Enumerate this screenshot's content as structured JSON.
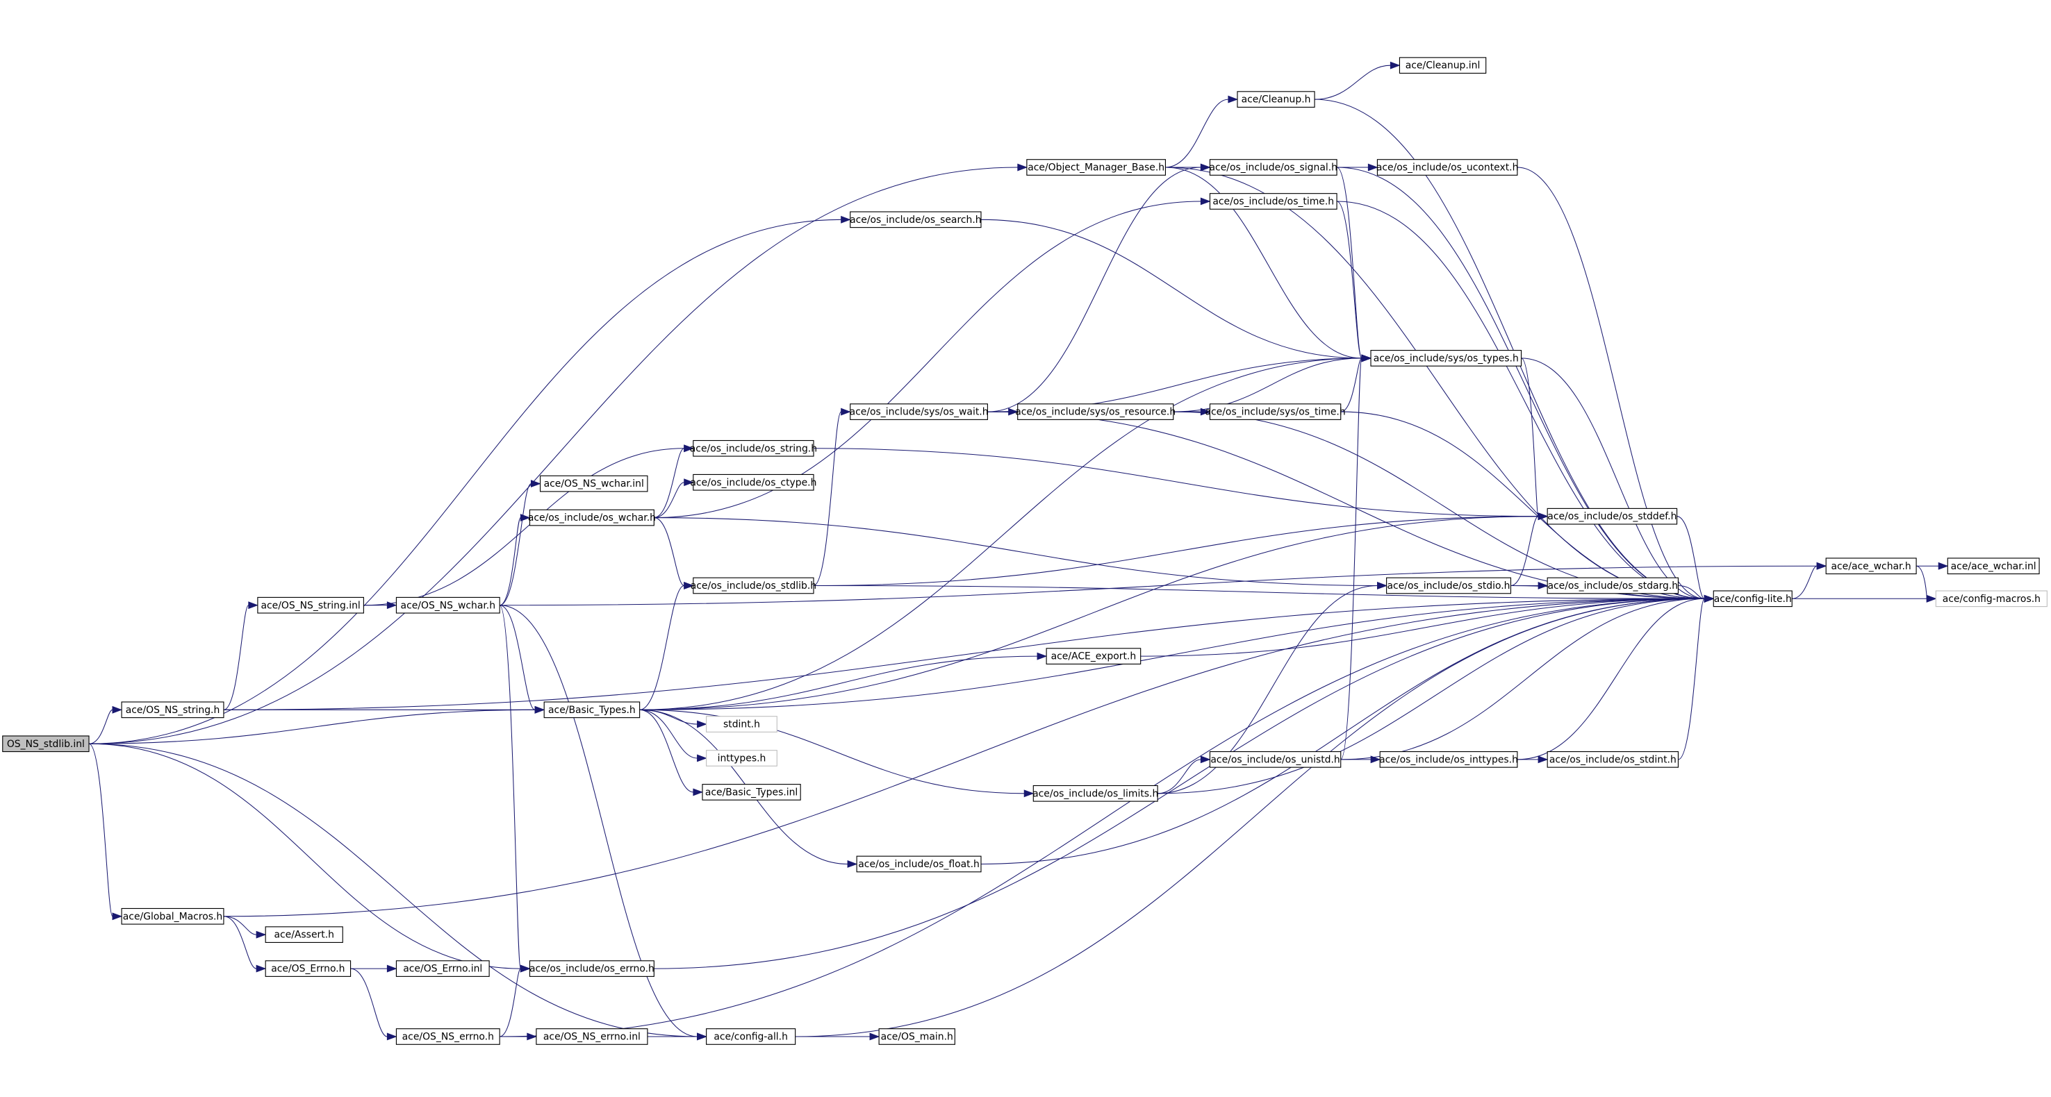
{
  "graph": {
    "title": "OS_NS_stdlib.inl include dependency graph",
    "colors": {
      "edge": "#191970",
      "root_fill": "#bfbfbf",
      "external_border": "#bfbfbf"
    },
    "nodes": [
      {
        "id": "root",
        "label": "OS_NS_stdlib.inl",
        "kind": "root"
      },
      {
        "id": "ns_string_h",
        "label": "ace/OS_NS_string.h"
      },
      {
        "id": "global_macros",
        "label": "ace/Global_Macros.h"
      },
      {
        "id": "ns_string_inl",
        "label": "ace/OS_NS_string.inl"
      },
      {
        "id": "ns_wchar_h",
        "label": "ace/OS_NS_wchar.h"
      },
      {
        "id": "omb",
        "label": "ace/Object_Manager_Base.h"
      },
      {
        "id": "os_search",
        "label": "ace/os_include/os_search.h"
      },
      {
        "id": "os_string",
        "label": "ace/os_include/os_string.h"
      },
      {
        "id": "ns_wchar_inl",
        "label": "ace/OS_NS_wchar.inl"
      },
      {
        "id": "os_ctype",
        "label": "ace/os_include/os_ctype.h"
      },
      {
        "id": "os_wchar",
        "label": "ace/os_include/os_wchar.h"
      },
      {
        "id": "os_stdlib",
        "label": "ace/os_include/os_stdlib.h"
      },
      {
        "id": "basic_types",
        "label": "ace/Basic_Types.h"
      },
      {
        "id": "stdint",
        "label": "stdint.h",
        "kind": "external"
      },
      {
        "id": "inttypes",
        "label": "inttypes.h",
        "kind": "external"
      },
      {
        "id": "basic_types_inl",
        "label": "ace/Basic_Types.inl"
      },
      {
        "id": "os_wait",
        "label": "ace/os_include/sys/os_wait.h"
      },
      {
        "id": "os_resource",
        "label": "ace/os_include/sys/os_resource.h"
      },
      {
        "id": "sys_os_time",
        "label": "ace/os_include/sys/os_time.h"
      },
      {
        "id": "os_types",
        "label": "ace/os_include/sys/os_types.h"
      },
      {
        "id": "cleanup_h",
        "label": "ace/Cleanup.h"
      },
      {
        "id": "cleanup_inl",
        "label": "ace/Cleanup.inl"
      },
      {
        "id": "os_signal",
        "label": "ace/os_include/os_signal.h"
      },
      {
        "id": "os_ucontext",
        "label": "ace/os_include/os_ucontext.h"
      },
      {
        "id": "os_time",
        "label": "ace/os_include/os_time.h"
      },
      {
        "id": "os_stddef",
        "label": "ace/os_include/os_stddef.h"
      },
      {
        "id": "os_stdio",
        "label": "ace/os_include/os_stdio.h"
      },
      {
        "id": "os_stdarg",
        "label": "ace/os_include/os_stdarg.h"
      },
      {
        "id": "config_lite",
        "label": "ace/config-lite.h"
      },
      {
        "id": "ace_wchar_h",
        "label": "ace/ace_wchar.h"
      },
      {
        "id": "ace_wchar_inl",
        "label": "ace/ace_wchar.inl"
      },
      {
        "id": "config_macros",
        "label": "ace/config-macros.h",
        "kind": "external"
      },
      {
        "id": "ace_export",
        "label": "ace/ACE_export.h"
      },
      {
        "id": "os_unistd",
        "label": "ace/os_include/os_unistd.h"
      },
      {
        "id": "os_inttypes",
        "label": "ace/os_include/os_inttypes.h"
      },
      {
        "id": "os_stdint",
        "label": "ace/os_include/os_stdint.h"
      },
      {
        "id": "os_limits",
        "label": "ace/os_include/os_limits.h"
      },
      {
        "id": "os_float",
        "label": "ace/os_include/os_float.h"
      },
      {
        "id": "assert_h",
        "label": "ace/Assert.h"
      },
      {
        "id": "os_errno_h",
        "label": "ace/OS_Errno.h"
      },
      {
        "id": "os_errno_inl",
        "label": "ace/OS_Errno.inl"
      },
      {
        "id": "inc_os_errno",
        "label": "ace/os_include/os_errno.h"
      },
      {
        "id": "ns_errno_h",
        "label": "ace/OS_NS_errno.h"
      },
      {
        "id": "ns_errno_inl",
        "label": "ace/OS_NS_errno.inl"
      },
      {
        "id": "config_all",
        "label": "ace/config-all.h"
      },
      {
        "id": "os_main",
        "label": "ace/OS_main.h"
      }
    ],
    "edges": [
      [
        "root",
        "ns_string_h"
      ],
      [
        "root",
        "global_macros"
      ],
      [
        "root",
        "basic_types"
      ],
      [
        "root",
        "omb"
      ],
      [
        "root",
        "os_search"
      ],
      [
        "root",
        "inc_os_errno"
      ],
      [
        "root",
        "config_all"
      ],
      [
        "ns_string_h",
        "ns_string_inl"
      ],
      [
        "ns_string_h",
        "basic_types"
      ],
      [
        "ns_string_h",
        "config_lite"
      ],
      [
        "ns_string_inl",
        "ns_wchar_h"
      ],
      [
        "ns_string_inl",
        "os_string"
      ],
      [
        "ns_wchar_h",
        "ace_wchar_h"
      ],
      [
        "ns_wchar_h",
        "os_wchar"
      ],
      [
        "ns_wchar_h",
        "ns_wchar_inl"
      ],
      [
        "ns_wchar_h",
        "basic_types"
      ],
      [
        "ns_wchar_h",
        "inc_os_errno"
      ],
      [
        "ns_wchar_h",
        "config_all"
      ],
      [
        "os_wchar",
        "os_string"
      ],
      [
        "os_wchar",
        "os_ctype"
      ],
      [
        "os_wchar",
        "os_time"
      ],
      [
        "os_wchar",
        "os_stdlib"
      ],
      [
        "os_wchar",
        "os_stdio"
      ],
      [
        "os_string",
        "os_stddef"
      ],
      [
        "os_stdlib",
        "os_wait"
      ],
      [
        "os_stdlib",
        "os_stddef"
      ],
      [
        "os_stdlib",
        "config_lite"
      ],
      [
        "os_wait",
        "os_signal"
      ],
      [
        "os_wait",
        "os_resource"
      ],
      [
        "os_wait",
        "os_types"
      ],
      [
        "os_wait",
        "config_lite"
      ],
      [
        "os_resource",
        "sys_os_time"
      ],
      [
        "os_resource",
        "os_types"
      ],
      [
        "os_resource",
        "config_lite"
      ],
      [
        "sys_os_time",
        "os_types"
      ],
      [
        "sys_os_time",
        "config_lite"
      ],
      [
        "os_types",
        "os_stddef"
      ],
      [
        "os_types",
        "config_lite"
      ],
      [
        "omb",
        "cleanup_h"
      ],
      [
        "omb",
        "os_signal"
      ],
      [
        "omb",
        "os_types"
      ],
      [
        "omb",
        "config_lite"
      ],
      [
        "cleanup_h",
        "cleanup_inl"
      ],
      [
        "cleanup_h",
        "config_lite"
      ],
      [
        "os_signal",
        "os_ucontext"
      ],
      [
        "os_signal",
        "os_types"
      ],
      [
        "os_signal",
        "config_lite"
      ],
      [
        "os_ucontext",
        "os_signal"
      ],
      [
        "os_ucontext",
        "config_lite"
      ],
      [
        "os_time",
        "os_types"
      ],
      [
        "os_time",
        "config_lite"
      ],
      [
        "os_search",
        "os_types"
      ],
      [
        "basic_types",
        "os_types"
      ],
      [
        "basic_types",
        "os_stdlib"
      ],
      [
        "basic_types",
        "os_stddef"
      ],
      [
        "basic_types",
        "ace_export"
      ],
      [
        "basic_types",
        "stdint"
      ],
      [
        "basic_types",
        "inttypes"
      ],
      [
        "basic_types",
        "basic_types_inl"
      ],
      [
        "basic_types",
        "os_limits"
      ],
      [
        "basic_types",
        "os_float"
      ],
      [
        "basic_types",
        "config_lite"
      ],
      [
        "os_stdio",
        "os_stddef"
      ],
      [
        "os_stdio",
        "os_stdarg"
      ],
      [
        "os_stdio",
        "config_lite"
      ],
      [
        "os_stdarg",
        "config_lite"
      ],
      [
        "os_stddef",
        "config_lite"
      ],
      [
        "ace_export",
        "config_lite"
      ],
      [
        "os_limits",
        "os_unistd"
      ],
      [
        "os_limits",
        "os_stdio"
      ],
      [
        "os_limits",
        "config_lite"
      ],
      [
        "os_unistd",
        "os_inttypes"
      ],
      [
        "os_unistd",
        "os_types"
      ],
      [
        "os_unistd",
        "config_lite"
      ],
      [
        "os_inttypes",
        "os_stdint"
      ],
      [
        "os_inttypes",
        "config_lite"
      ],
      [
        "os_stdint",
        "config_lite"
      ],
      [
        "os_float",
        "config_lite"
      ],
      [
        "config_lite",
        "ace_wchar_h"
      ],
      [
        "config_lite",
        "config_macros"
      ],
      [
        "ace_wchar_h",
        "ace_wchar_inl"
      ],
      [
        "ace_wchar_h",
        "config_macros"
      ],
      [
        "global_macros",
        "assert_h"
      ],
      [
        "global_macros",
        "os_errno_h"
      ],
      [
        "global_macros",
        "config_lite"
      ],
      [
        "os_errno_h",
        "os_errno_inl"
      ],
      [
        "os_errno_h",
        "ns_errno_h"
      ],
      [
        "ns_errno_h",
        "inc_os_errno"
      ],
      [
        "ns_errno_h",
        "ns_errno_inl"
      ],
      [
        "ns_errno_h",
        "config_lite"
      ],
      [
        "ns_errno_inl",
        "config_all"
      ],
      [
        "inc_os_errno",
        "config_lite"
      ],
      [
        "config_all",
        "os_main"
      ],
      [
        "config_all",
        "config_lite"
      ]
    ]
  }
}
